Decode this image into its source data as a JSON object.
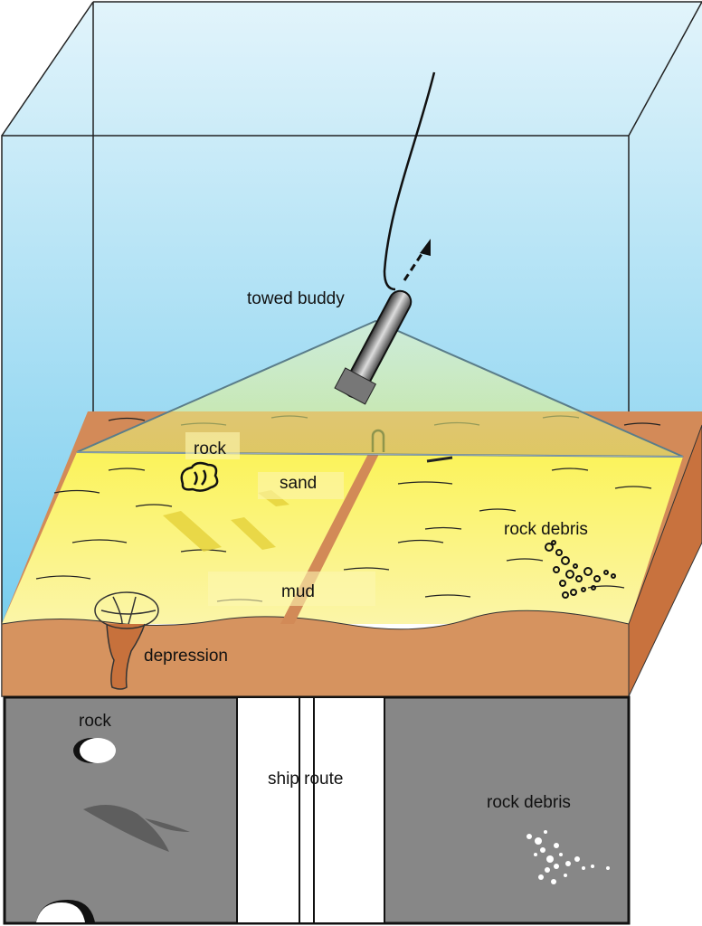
{
  "labels": {
    "towed_body": "towed buddy",
    "rock": "rock",
    "sand": "sand",
    "rock_debris": "rock debris",
    "mud": "mud",
    "depression": "depression"
  },
  "sonar_image": {
    "rock": "rock",
    "ship_route": "ship route",
    "rock_debris": "rock debris"
  },
  "colors": {
    "water_top": "#dff2fb",
    "water_bottom": "#7fd0ee",
    "sand": "#fbf37a",
    "sediment": "#d58c5a",
    "sonar_panel": "#878787"
  }
}
